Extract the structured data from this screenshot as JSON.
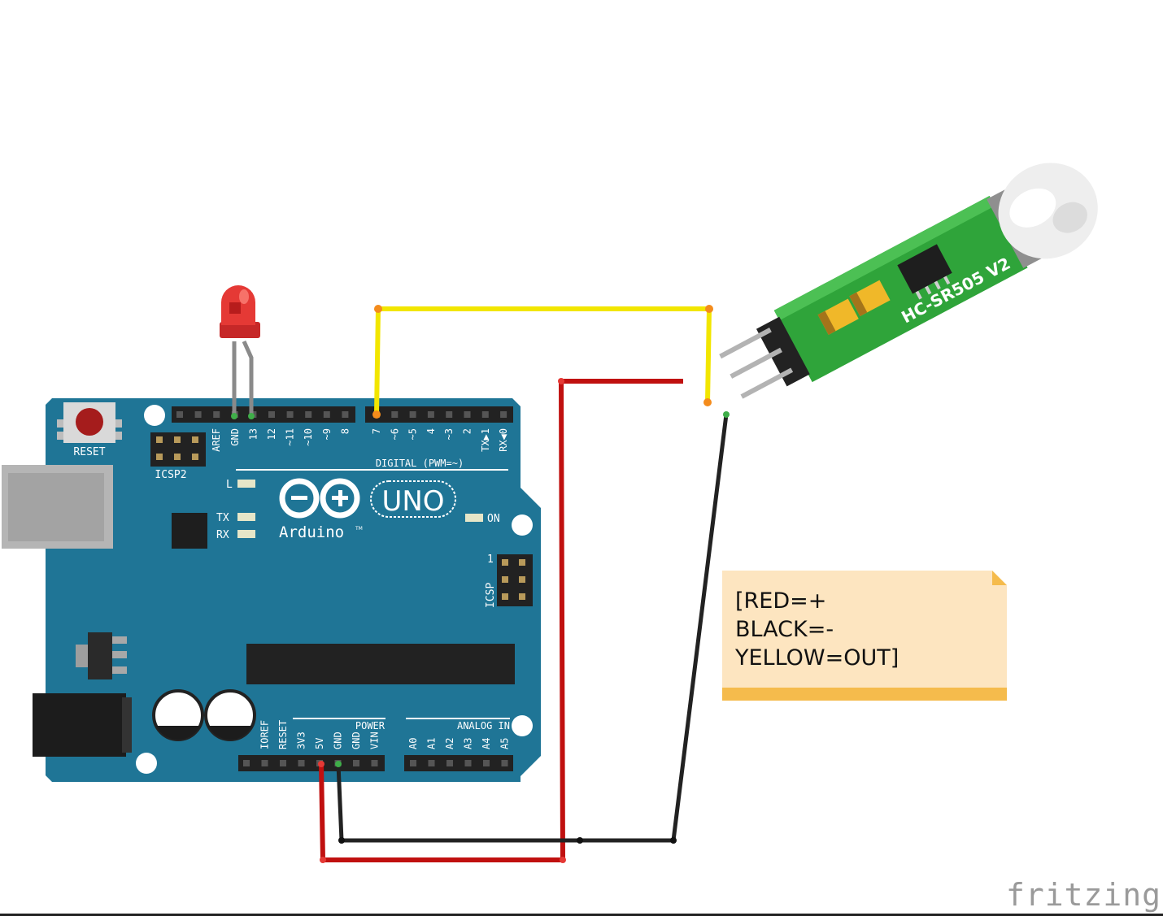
{
  "board": {
    "reset_label": "RESET",
    "icsp2_label": "ICSP2",
    "icsp_label": "ICSP",
    "icsp_pin1": "1",
    "digital_label": "DIGITAL (PWM=~)",
    "digital_pins": [
      "AREF",
      "GND",
      "13",
      "12",
      "~11",
      "~10",
      "~9",
      "8",
      "7",
      "~6",
      "~5",
      "4",
      "~3",
      "2",
      "TX▶1",
      "RX◀0"
    ],
    "led_l": "L",
    "led_tx": "TX",
    "led_rx": "RX",
    "led_on": "ON",
    "logo_name": "Arduino",
    "logo_tm": "TM",
    "model": "UNO",
    "power_label": "POWER",
    "analog_label": "ANALOG IN",
    "power_pins": [
      "IOREF",
      "RESET",
      "3V3",
      "5V",
      "GND",
      "GND",
      "VIN"
    ],
    "analog_pins": [
      "A0",
      "A1",
      "A2",
      "A3",
      "A4",
      "A5"
    ]
  },
  "sensor": {
    "model_text": "HC-SR505 V2"
  },
  "note": {
    "lines": [
      "[RED=+",
      "BLACK=-",
      "YELLOW=OUT]"
    ]
  },
  "brand": "fritzing",
  "colors": {
    "board": "#1f7596",
    "wire_red": "#c0100f",
    "wire_black": "#222222",
    "wire_yellow": "#f2e600",
    "led": "#e53935",
    "pcb_green": "#2fa43a",
    "note_bg": "#fde5c0",
    "note_band": "#f5bb4c"
  }
}
